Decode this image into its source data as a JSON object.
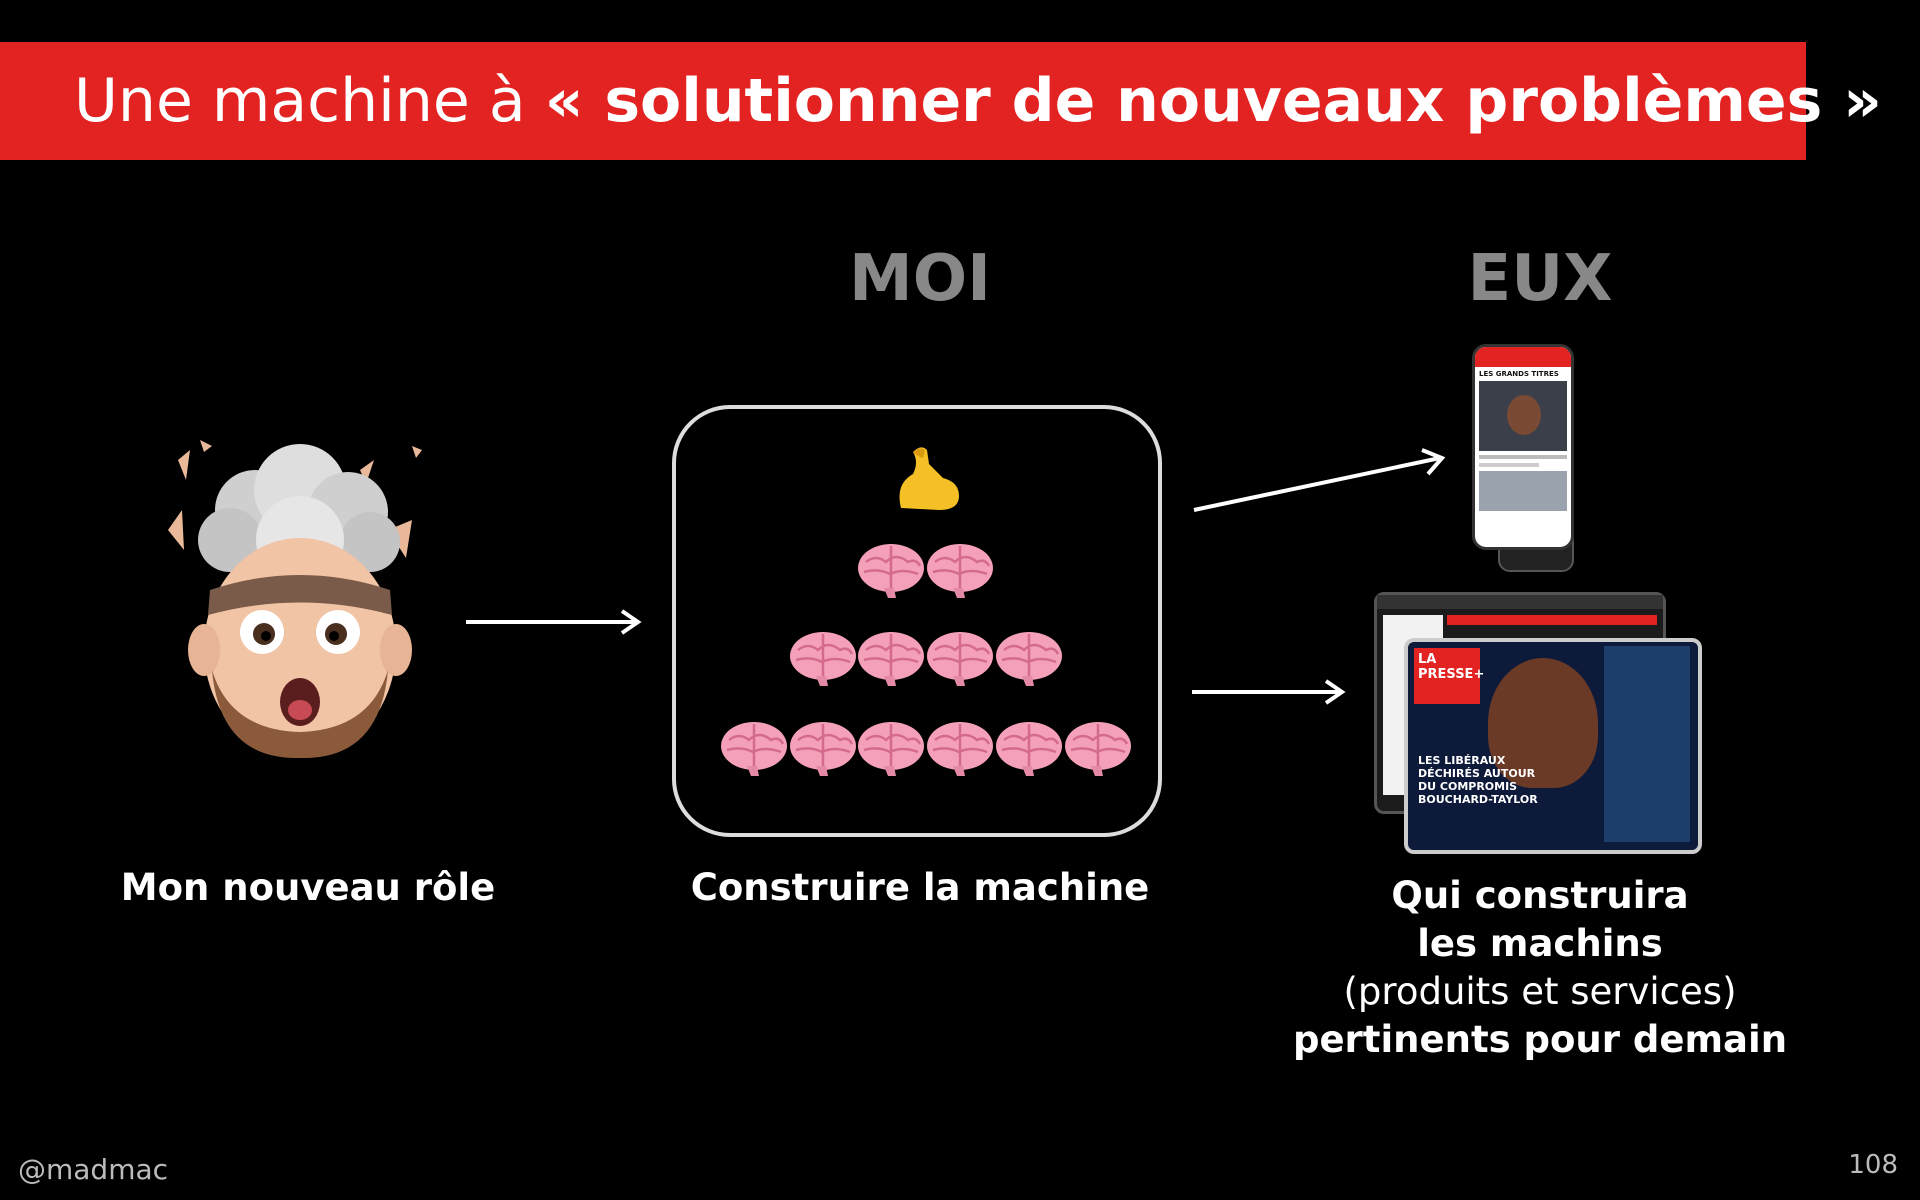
{
  "slide": {
    "title_normal": "Une machine à ",
    "title_bold": "« solutionner de nouveaux problèmes »",
    "header_moi": "MOI",
    "header_eux": "EUX",
    "caption_left": "Mon nouveau rôle",
    "caption_middle": "Construire la machine",
    "caption_right": {
      "line1": "Qui construira",
      "line2": "les machins",
      "line3": "(produits et services)",
      "line4": "pertinents pour demain"
    },
    "footer_handle": "@madmac",
    "page_number": "108"
  },
  "mockups": {
    "phone_header": "LES GRANDS TITRES",
    "tablet_brand_line1": "LA",
    "tablet_brand_line2": "PRESSE+",
    "tablet_headline_1": "LES LIBÉRAUX",
    "tablet_headline_2": "DÉCHIRÉS AUTOUR",
    "tablet_headline_3": "DU COMPROMIS",
    "tablet_headline_4": "BOUCHARD-TAYLOR"
  },
  "colors": {
    "accent": "#e32222",
    "background": "#000000",
    "header_gray": "#888888",
    "brain_pink": "#f4a0b8"
  },
  "icons": {
    "avatar": "mind-blown-memoji-icon",
    "muscle": "flexed-biceps-icon",
    "brain": "brain-icon"
  }
}
